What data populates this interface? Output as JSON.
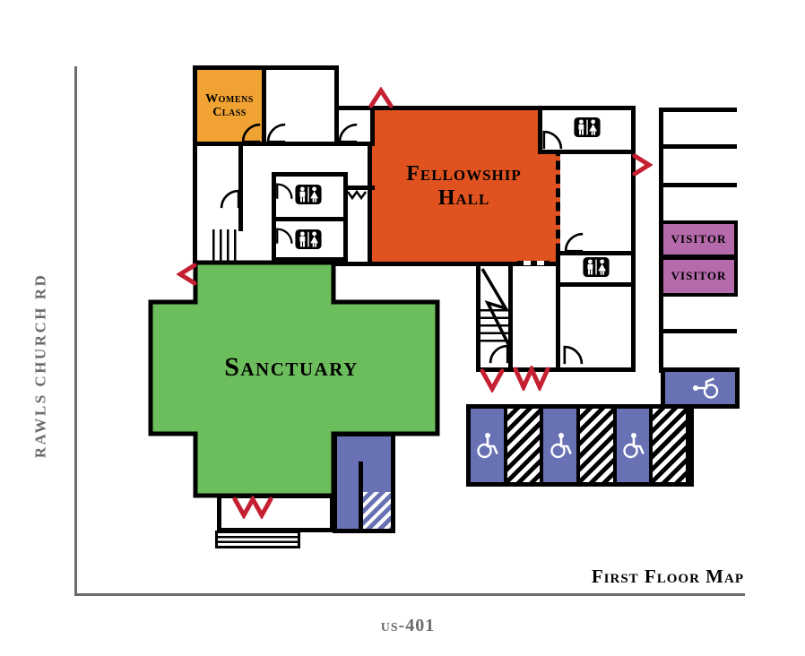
{
  "map": {
    "title": "First Floor Map",
    "roads": {
      "west": "RAWLS CHURCH RD",
      "south": "us-401"
    },
    "rooms": {
      "womens_class": {
        "name": "Womens Class",
        "lines": [
          "Womens",
          "Class"
        ],
        "color": "#F0A232"
      },
      "fellowship_hall": {
        "name": "Fellowship Hall",
        "lines": [
          "Fellowship",
          "Hall"
        ],
        "color": "#E0521F"
      },
      "sanctuary": {
        "name": "Sanctuary",
        "color": "#6CBE5D"
      }
    },
    "facilities": {
      "restroom_icon_count": 4,
      "stairway_count": 3,
      "ramp_color": "#6771B4"
    },
    "parking": {
      "visitor": {
        "labels": [
          "VISITOR",
          "VISITOR"
        ],
        "color": "#B56AAB"
      },
      "accessible": {
        "spot_count": 3,
        "van_accessible_count": 1,
        "access_aisle_count": 3,
        "color": "#6771B4"
      },
      "standard_space_count": 5
    },
    "colors": {
      "wall": "#000000",
      "road": "#6B6B6B",
      "exterior_door": "#C42032"
    }
  }
}
